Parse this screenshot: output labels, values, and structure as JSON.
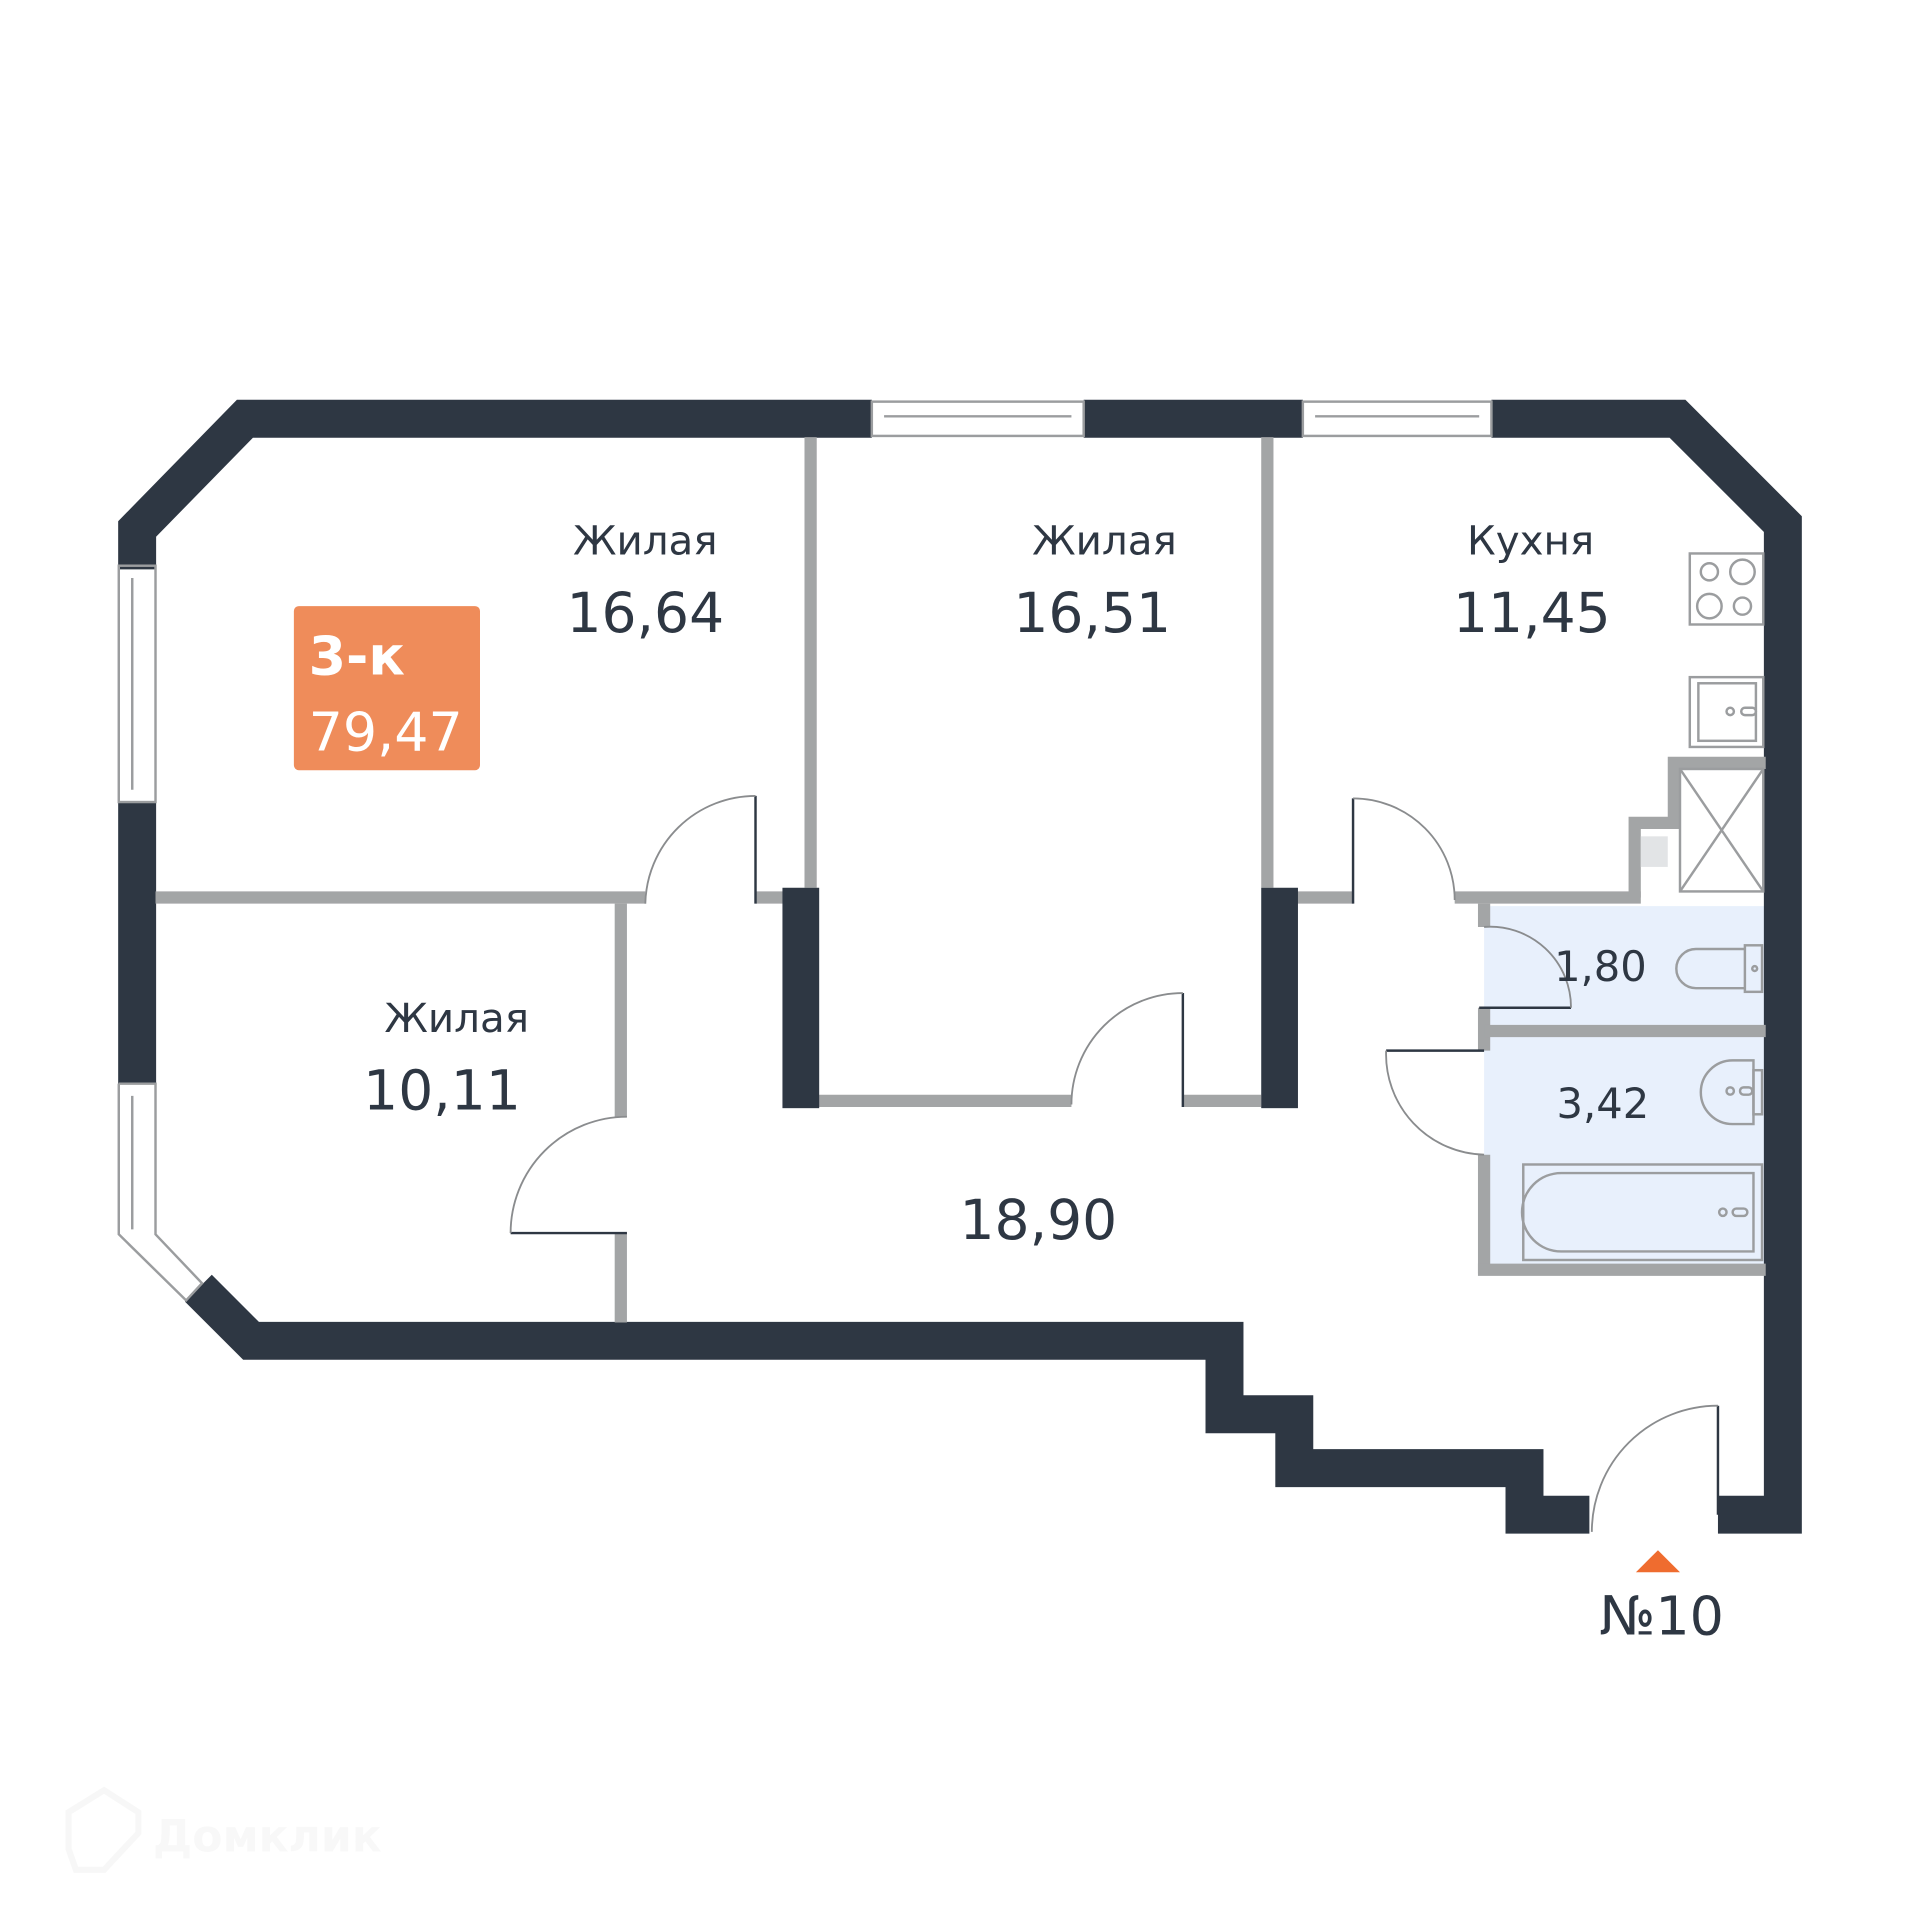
{
  "apartment": {
    "type": "3-к",
    "total_area": "79,47",
    "badge_color": "#ef8c5a"
  },
  "rooms": [
    {
      "label": "Жилая",
      "area": "16,64"
    },
    {
      "label": "Жилая",
      "area": "16,51"
    },
    {
      "label": "Кухня",
      "area": "11,45"
    },
    {
      "label": "Жилая",
      "area": "10,11"
    },
    {
      "label": "",
      "area": "18,90"
    },
    {
      "label": "",
      "area": "1,80"
    },
    {
      "label": "",
      "area": "3,42"
    }
  ],
  "entrance": {
    "number": "№10",
    "marker_color": "#ef6c2f"
  },
  "watermark": "Домклик",
  "colors": {
    "wall": "#2e3743",
    "partition": "#a3a5a6",
    "bathroom": "#e8f0fc"
  }
}
